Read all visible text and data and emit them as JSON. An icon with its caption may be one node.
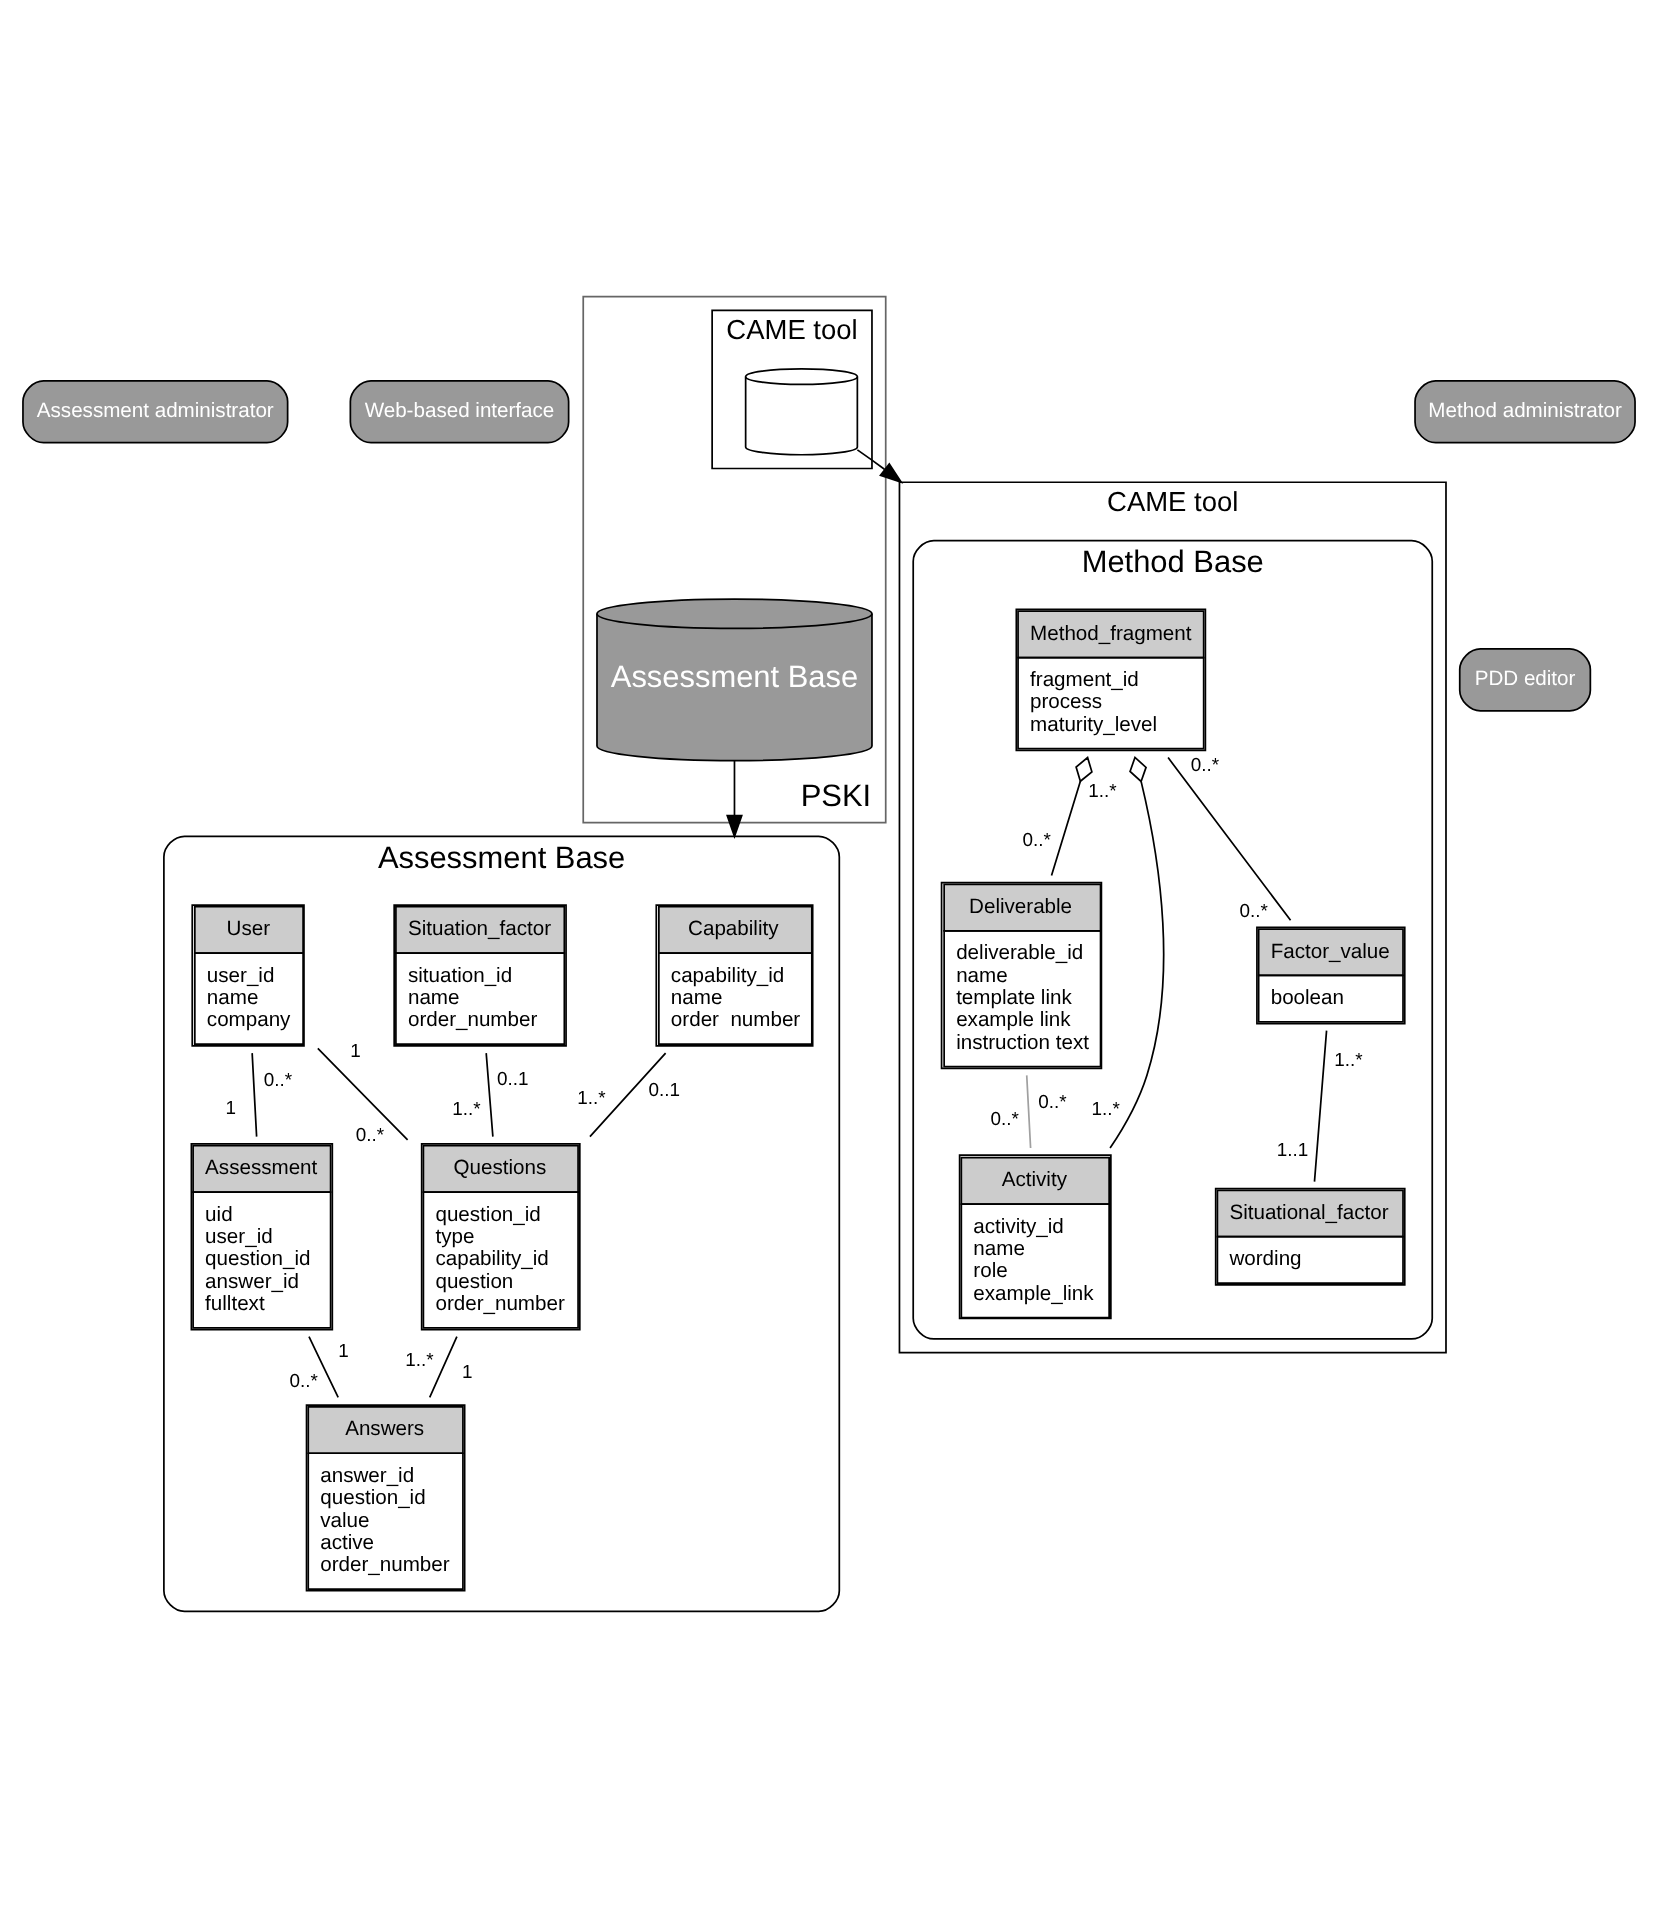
{
  "diagram": {
    "nodes": [
      {
        "text": [
          "PSKI"
        ]
      },
      {
        "text": [
          "Assessment administrator"
        ]
      },
      {
        "text": [
          "Web-based interface"
        ]
      },
      {
        "text": [
          "Assessment Base"
        ],
        "in": 0
      },
      {
        "text": [
          "CAME tool"
        ],
        "in": 0
      },
      {
        "text": [],
        "shape": "cylinder",
        "in": 4
      },
      {
        "text": [
          "Assessment Base"
        ]
      },
      {
        "text": [
          "Capability",
          "capability_id",
          "name",
          "order  number"
        ],
        "in": 6
      },
      {
        "text": [
          "Situation_factor",
          "situation_id",
          "name",
          "order_number"
        ],
        "in": 6
      },
      {
        "text": [
          "User",
          "user_id",
          "name",
          "company"
        ],
        "in": 6
      },
      {
        "text": [
          "Questions",
          "question_id",
          "type",
          "capability_id",
          "question",
          "order_number"
        ],
        "in": 6
      },
      {
        "text": [
          "Assessment",
          "uid",
          "user_id",
          "question_id",
          "answer_id",
          "fulltext"
        ],
        "in": 6
      },
      {
        "text": [
          "Answers",
          "answer_id",
          "question_id",
          "value",
          "active",
          "order_number"
        ],
        "in": 6
      },
      {
        "text": [
          "CAME tool"
        ]
      },
      {
        "text": [
          "Method administrator"
        ]
      },
      {
        "text": [
          "PDD editor"
        ]
      },
      {
        "text": [
          "Method Base"
        ],
        "in": 13
      },
      {
        "text": [
          "Method_fragment",
          "fragment_id",
          "process",
          "maturity_level"
        ],
        "in": 16
      },
      {
        "text": [
          "Deliverable",
          "deliverable_id",
          "name",
          "template link",
          "example link",
          "instruction text"
        ],
        "in": 16
      },
      {
        "text": [
          "Factor_value",
          "boolean"
        ],
        "in": 16
      },
      {
        "text": [
          "Activity",
          "activity_id",
          "name",
          "role",
          "example_link"
        ],
        "in": 16
      },
      {
        "text": [
          "Situational_factor",
          "wording"
        ],
        "in": 16
      }
    ],
    "edges": [
      {
        "from": 3,
        "to": 6,
        "arrow": "to"
      },
      {
        "from": 5,
        "to": 13,
        "arrow": "to"
      },
      {
        "from": 7,
        "to": 10,
        "arrow": "none"
      },
      {
        "from": 8,
        "to": 10,
        "arrow": "none"
      },
      {
        "from": 9,
        "to": 10,
        "arrow": "none"
      },
      {
        "from": 9,
        "to": 11,
        "arrow": "none"
      },
      {
        "from": 10,
        "to": 12,
        "arrow": "none"
      },
      {
        "from": 11,
        "to": 12,
        "arrow": "none"
      },
      {
        "from": 17,
        "to": 18,
        "arrow": "other"
      },
      {
        "from": 17,
        "to": 20,
        "arrow": "other"
      },
      {
        "from": 18,
        "to": 20,
        "arrow": "none",
        "color": "#a0a0a0"
      },
      {
        "from": 17,
        "to": 19,
        "arrow": "none"
      },
      {
        "from": 19,
        "to": 21,
        "arrow": "none"
      }
    ],
    "labels": [
      "0..1",
      "0..1",
      "1..*",
      "1..*",
      "1",
      "0..*",
      "0..*",
      "1",
      "1",
      "1..*",
      "1",
      "0..*",
      "1..*",
      "0..*",
      "0..*",
      "0..*",
      "0..*",
      "1..*",
      "0..*",
      "1..*",
      "1..1"
    ]
  }
}
